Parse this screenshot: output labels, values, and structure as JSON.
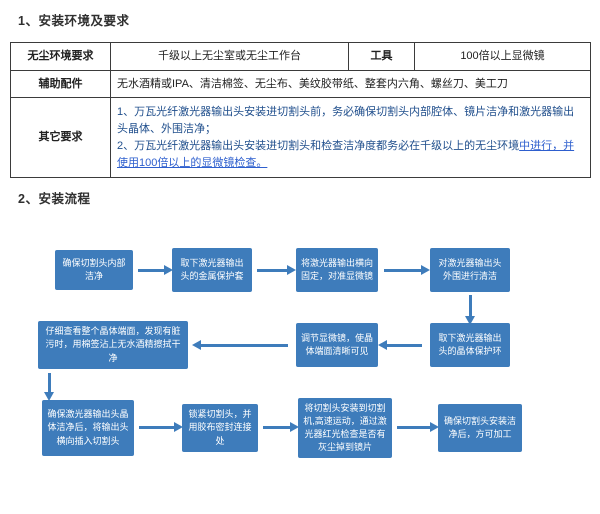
{
  "page": {
    "heading1": "1、安装环境及要求",
    "heading2": "2、安装流程"
  },
  "table": {
    "row1": {
      "label": "无尘环境要求",
      "value": "千级以上无尘室或无尘工作台",
      "tool_label": "工具",
      "tool_value": "100倍以上显微镜"
    },
    "row2": {
      "label": "辅助配件",
      "value": "无水酒精或IPA、清洁棉签、无尘布、美纹胶带纸、整套内六角、螺丝刀、美工刀"
    },
    "row3": {
      "label": "其它要求",
      "item1": "1、万瓦光纤激光器输出头安装进切割头前，务必确保切割头内部腔体、镜片洁净和激光器输出头晶体、外围洁净；",
      "item2_main": "2、万瓦光纤激光器输出头安装进切割头和检查洁净度都务必在千级以上的无尘环境",
      "item2_link": "中进行，并使用100倍以上的显微镜检查。"
    }
  },
  "flow": {
    "steps": {
      "s1": "确保切割头内部洁净",
      "s2": "取下激光器输出头的金属保护套",
      "s3": "将激光器输出横向固定，对准显微镜",
      "s4": "对激光器输出头外围进行清洁",
      "s5": "取下激光器输出头的晶体保护环",
      "s6": "调节显微镜，使晶体端面清晰可见",
      "s7": "仔细查看整个晶体端面，发现有脏污时，用棉签沾上无水酒精擦拭干净",
      "s8": "确保激光器输出头晶体洁净后，将输出头横向插入切割头",
      "s9": "锁紧切割头，并用胶布密封连接处",
      "s10": "将切割头安装到切割机,高速运动，通过激光器红光检查是否有灰尘掉到镜片",
      "s11": "确保切割头安装洁净后，方可加工"
    }
  },
  "colors": {
    "flow_box_blue": "#3E7CBB",
    "note_text_blue": "#1F4E8C",
    "note_link_blue": "#2E5FCE",
    "border_dark": "#3B3B3B"
  }
}
